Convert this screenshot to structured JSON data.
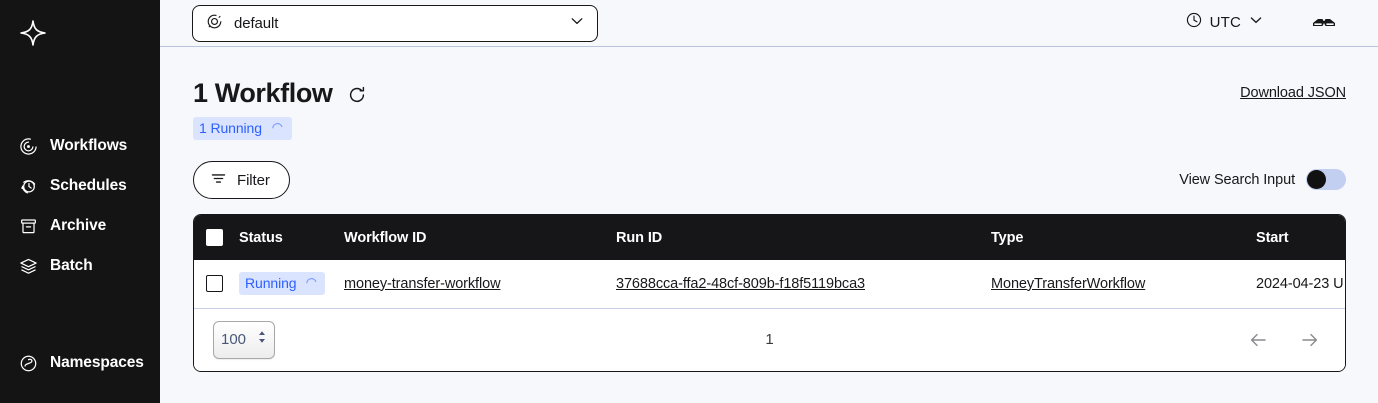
{
  "sidebar": {
    "logo_icon": "temporal-star-logo",
    "items": [
      {
        "label": "Workflows",
        "icon": "workflows-icon"
      },
      {
        "label": "Schedules",
        "icon": "schedules-icon"
      },
      {
        "label": "Archive",
        "icon": "archive-icon"
      },
      {
        "label": "Batch",
        "icon": "batch-icon"
      }
    ],
    "bottom_items": [
      {
        "label": "Namespaces",
        "icon": "namespaces-icon"
      }
    ]
  },
  "topbar": {
    "namespace_icon": "namespace-icon",
    "namespace_value": "default",
    "namespace_chevron": "chevron-down-icon",
    "timezone_icon": "clock-icon",
    "timezone_value": "UTC",
    "timezone_chevron": "chevron-down-icon",
    "glasses_icon": "glasses-icon"
  },
  "header": {
    "title": "1 Workflow",
    "refresh_icon": "refresh-icon",
    "download_label": "Download JSON",
    "status_badge": {
      "label": "1 Running",
      "icon": "running-spinner-icon"
    }
  },
  "controls": {
    "filter_label": "Filter",
    "filter_icon": "filter-icon",
    "toggle_label": "View Search Input",
    "toggle_on": false
  },
  "table": {
    "columns": [
      "Status",
      "Workflow ID",
      "Run ID",
      "Type",
      "Start"
    ],
    "rows": [
      {
        "status": "Running",
        "status_icon": "running-spinner-icon",
        "workflow_id": "money-transfer-workflow",
        "run_id": "37688cca-ffa2-48cf-809b-f18f5119bca3",
        "type": "MoneyTransferWorkflow",
        "start": "2024-04-23 U"
      }
    ]
  },
  "pagination": {
    "page_size": "100",
    "page_number": "1",
    "prev_icon": "arrow-left-icon",
    "next_icon": "arrow-right-icon"
  },
  "colors": {
    "sidebar_bg": "#141414",
    "page_bg": "#f7f8fb",
    "table_header_bg": "#161618",
    "accent_blue": "#2d60ff",
    "badge_bg": "#dbe4ff",
    "toggle_track": "#c3cff0"
  }
}
